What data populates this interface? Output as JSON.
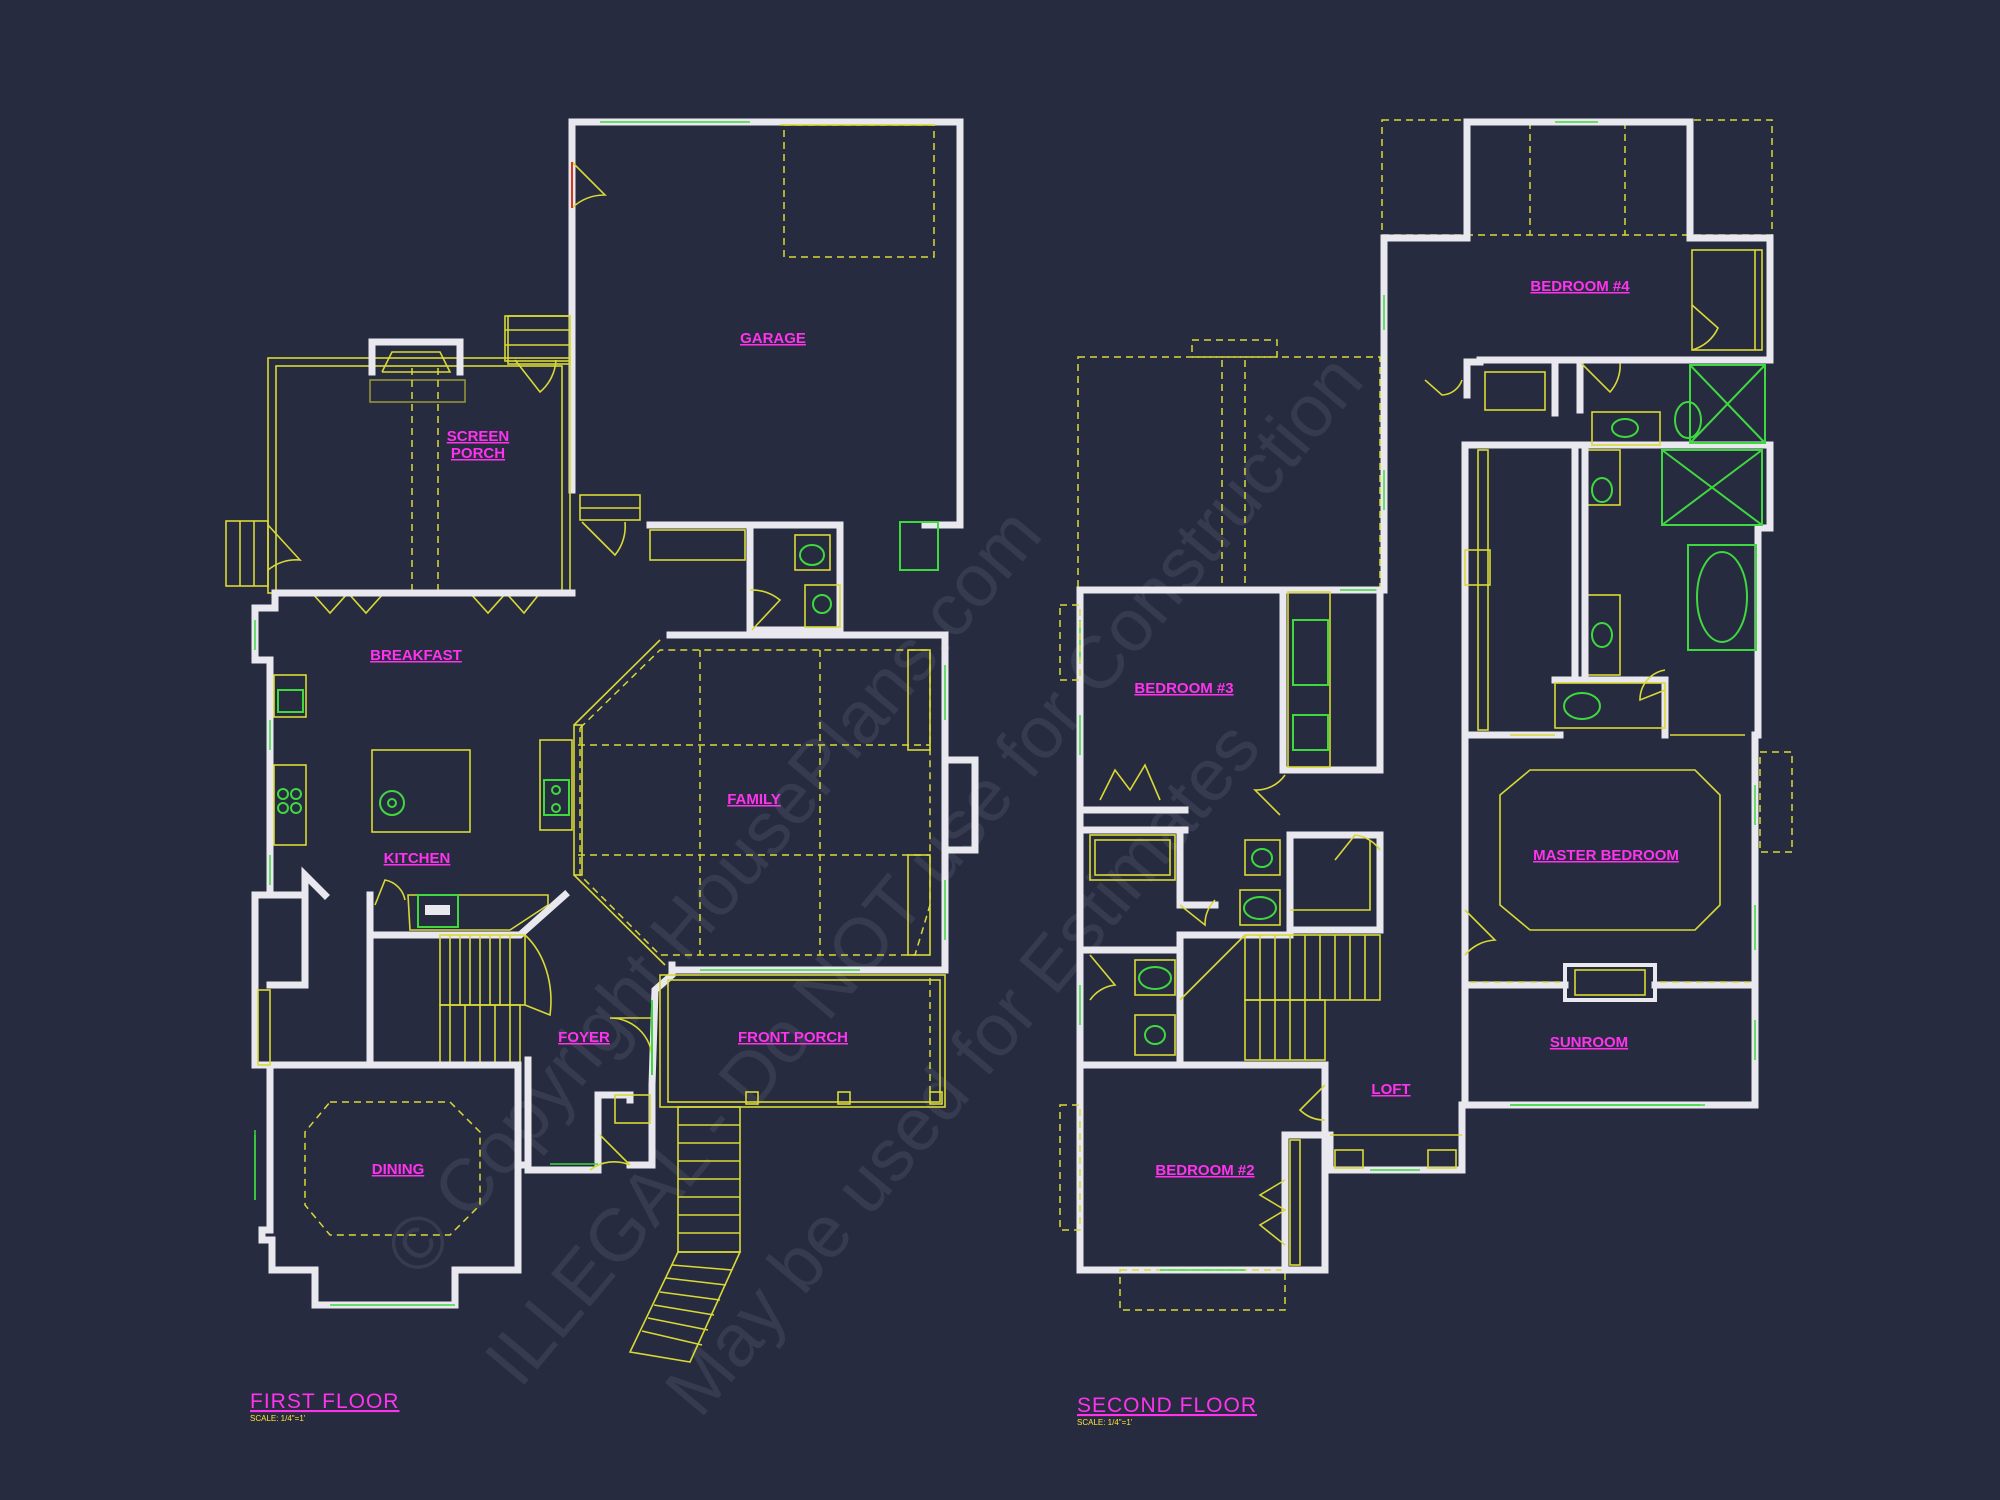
{
  "colors": {
    "background": "#272b40",
    "walls": "#e8e8ee",
    "lines": "#d9d935",
    "fixtures": "#3fd93f",
    "windows": "#c8661f",
    "labels": "#ff33ee",
    "scale_text": "#ffe23a"
  },
  "first_floor": {
    "title": "FIRST FLOOR",
    "scale": "SCALE: 1/4\"=1'",
    "rooms": {
      "garage": "GARAGE",
      "screen_porch_1": "SCREEN",
      "screen_porch_2": "PORCH",
      "breakfast": "BREAKFAST",
      "family": "FAMILY",
      "kitchen": "KITCHEN",
      "foyer": "FOYER",
      "front_porch": "FRONT PORCH",
      "dining": "DINING"
    }
  },
  "second_floor": {
    "title": "SECOND FLOOR",
    "scale": "SCALE: 1/4\"=1'",
    "rooms": {
      "bedroom4": "BEDROOM #4",
      "bedroom3": "BEDROOM #3",
      "master_bedroom": "MASTER BEDROOM",
      "sunroom": "SUNROOM",
      "loft": "LOFT",
      "bedroom2": "BEDROOM #2"
    }
  },
  "watermark": {
    "line1": "© Copyright HousePlans.com",
    "line2": "ILLEGAL - Do NOT use for Construction",
    "line3": "May be used for Estimates"
  }
}
